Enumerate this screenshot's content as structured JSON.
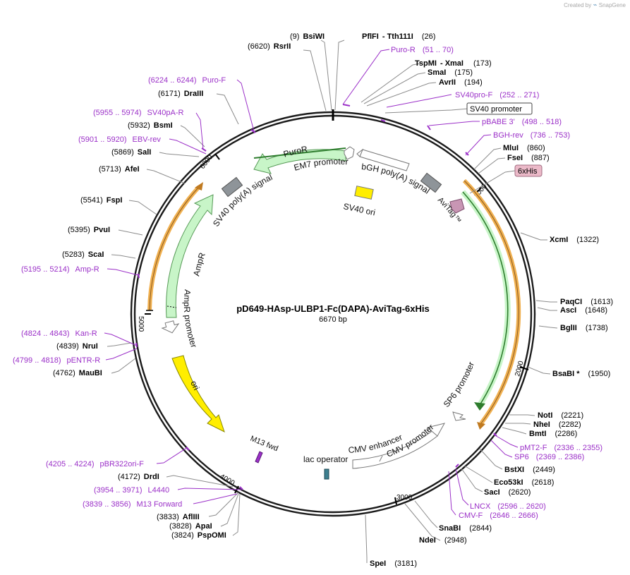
{
  "credit": {
    "prefix": "Created by",
    "brand": "SnapGene"
  },
  "plasmid": {
    "name": "pD649-HAsp-ULBP1-Fc(DAPA)-AviTag-6xHis",
    "length": "6670 bp",
    "total_bp": 6670
  },
  "ticks": [
    "1000",
    "2000",
    "3000",
    "4000",
    "5000",
    "6000"
  ],
  "sites": [
    {
      "name": "BsiWI",
      "pos": "(9)"
    },
    {
      "name": "PflFI",
      "extra": "- Tth111I",
      "pos": "(26)"
    },
    {
      "name": "RsrII",
      "pos": "(6620)"
    },
    {
      "name": "TspMI",
      "extra": "- XmaI",
      "pos": "(173)"
    },
    {
      "name": "SmaI",
      "pos": "(175)"
    },
    {
      "name": "AvrII",
      "pos": "(194)"
    },
    {
      "name": "DraIII",
      "pos": "(6171)"
    },
    {
      "name": "BsmI",
      "pos": "(5932)"
    },
    {
      "name": "SalI",
      "pos": "(5869)"
    },
    {
      "name": "AfeI",
      "pos": "(5713)"
    },
    {
      "name": "FspI",
      "pos": "(5541)"
    },
    {
      "name": "PvuI",
      "pos": "(5395)"
    },
    {
      "name": "ScaI",
      "pos": "(5283)"
    },
    {
      "name": "NruI",
      "pos": "(4839)"
    },
    {
      "name": "MauBI",
      "pos": "(4762)"
    },
    {
      "name": "MluI",
      "pos": "(860)"
    },
    {
      "name": "FseI",
      "pos": "(887)"
    },
    {
      "name": "XcmI",
      "pos": "(1322)"
    },
    {
      "name": "PaqCI",
      "pos": "(1613)"
    },
    {
      "name": "AscI",
      "pos": "(1648)"
    },
    {
      "name": "BglII",
      "pos": "(1738)"
    },
    {
      "name": "BsaBI *",
      "pos": "(1950)"
    },
    {
      "name": "NotI",
      "pos": "(2221)"
    },
    {
      "name": "NheI",
      "pos": "(2282)"
    },
    {
      "name": "BmtI",
      "pos": "(2286)"
    },
    {
      "name": "BstXI",
      "pos": "(2449)"
    },
    {
      "name": "Eco53kI",
      "pos": "(2618)"
    },
    {
      "name": "SacI",
      "pos": "(2620)"
    },
    {
      "name": "SnaBI",
      "pos": "(2844)"
    },
    {
      "name": "NdeI",
      "pos": "(2948)"
    },
    {
      "name": "SpeI",
      "pos": "(3181)"
    },
    {
      "name": "DrdI",
      "pos": "(4172)"
    },
    {
      "name": "AflIII",
      "pos": "(3833)"
    },
    {
      "name": "ApaI",
      "pos": "(3828)"
    },
    {
      "name": "PspOMI",
      "pos": "(3824)"
    }
  ],
  "primers": [
    {
      "name": "Puro-R",
      "range": "(51 .. 70)"
    },
    {
      "name": "Puro-F",
      "range": "(6224 .. 6244)"
    },
    {
      "name": "SV40pA-R",
      "range": "(5955 .. 5974)"
    },
    {
      "name": "EBV-rev",
      "range": "(5901 .. 5920)"
    },
    {
      "name": "Amp-R",
      "range": "(5195 .. 5214)"
    },
    {
      "name": "Kan-R",
      "range": "(4824 .. 4843)"
    },
    {
      "name": "pENTR-R",
      "range": "(4799 .. 4818)"
    },
    {
      "name": "SV40pro-F",
      "range": "(252 .. 271)"
    },
    {
      "name": "pBABE 3'",
      "range": "(498 .. 518)"
    },
    {
      "name": "BGH-rev",
      "range": "(736 .. 753)"
    },
    {
      "name": "pMT2-F",
      "range": "(2336 .. 2355)"
    },
    {
      "name": "SP6",
      "range": "(2369 .. 2386)"
    },
    {
      "name": "LNCX",
      "range": "(2596 .. 2620)"
    },
    {
      "name": "CMV-F",
      "range": "(2646 .. 2666)"
    },
    {
      "name": "pBR322ori-F",
      "range": "(4205 .. 4224)"
    },
    {
      "name": "L4440",
      "range": "(3954 .. 3971)"
    },
    {
      "name": "M13 Forward",
      "range": "(3839 .. 3856)"
    }
  ],
  "boxed_labels": [
    "SV40 promoter",
    "6xHis"
  ],
  "features": [
    "PuroR",
    "EM7 promoter",
    "bGH poly(A) signal",
    "SV40 poly(A) signal",
    "SV40 ori",
    "AviTag™",
    "AmpR",
    "AmpR promoter",
    "ori",
    "M13 fwd",
    "lac operator",
    "CMV enhancer",
    "CMV promoter",
    "SP6 promoter"
  ],
  "colors": {
    "backbone": "#1a1a1a",
    "primer": "#9b30c8",
    "site_line": "#8c8c8c",
    "green_fill": "#c8f5c8",
    "green_stroke": "#559955",
    "yellow": "#ffee00",
    "orange": "#f0b050",
    "gray_box": "#8e9499",
    "avitag": "#c896b4",
    "his_box": "#ebb9c8"
  }
}
